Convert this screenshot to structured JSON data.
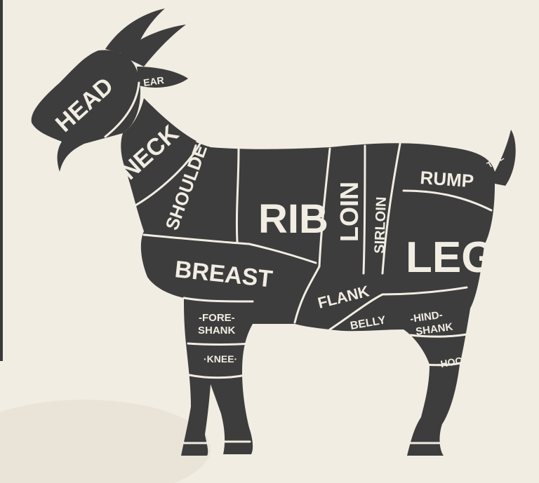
{
  "colors": {
    "background": "#f2ede3",
    "silhouette": "#3d3d3d",
    "label": "#f2ede3"
  },
  "cuts": {
    "head": "HEAD",
    "ear": "EAR",
    "neck": "NECK",
    "shoulder": "SHOULDER",
    "rib": "RIB",
    "loin": "LOIN",
    "sirloin": "SIRLOIN",
    "rump": "RUMP",
    "tail": "TAIL",
    "leg": "LEG",
    "breast": "BREAST",
    "flank": "FLANK",
    "belly": "BELLY",
    "fore_shank_1": "-FORE-",
    "fore_shank_2": "SHANK",
    "knee": "·KNEE·",
    "hind_shank_1": "-HIND-",
    "hind_shank_2": "SHANK",
    "hock": "·HOCK·"
  }
}
